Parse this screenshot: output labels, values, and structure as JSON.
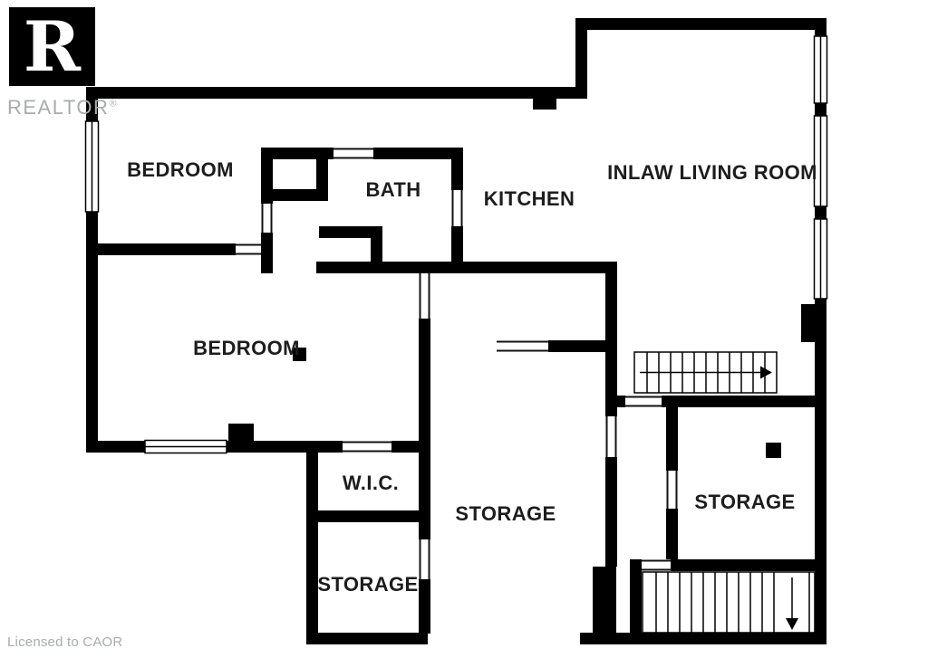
{
  "branding": {
    "logo_letter": "R",
    "logo_name": "REALTOR",
    "registered": "®",
    "license": "Licensed to CAOR"
  },
  "rooms": [
    {
      "label": "BEDROOM"
    },
    {
      "label": "BATH"
    },
    {
      "label": "KITCHEN"
    },
    {
      "label": "INLAW LIVING ROOM"
    },
    {
      "label": "BEDROOM"
    },
    {
      "label": "W.I.C."
    },
    {
      "label": "STORAGE"
    },
    {
      "label": "STORAGE"
    },
    {
      "label": "STORAGE"
    }
  ],
  "stairs": {
    "upper_direction": "right",
    "lower_direction": "down"
  },
  "colors": {
    "wall": "#000000",
    "label": "#1d1d1d",
    "watermark": "#a9abad",
    "background": "#ffffff"
  }
}
